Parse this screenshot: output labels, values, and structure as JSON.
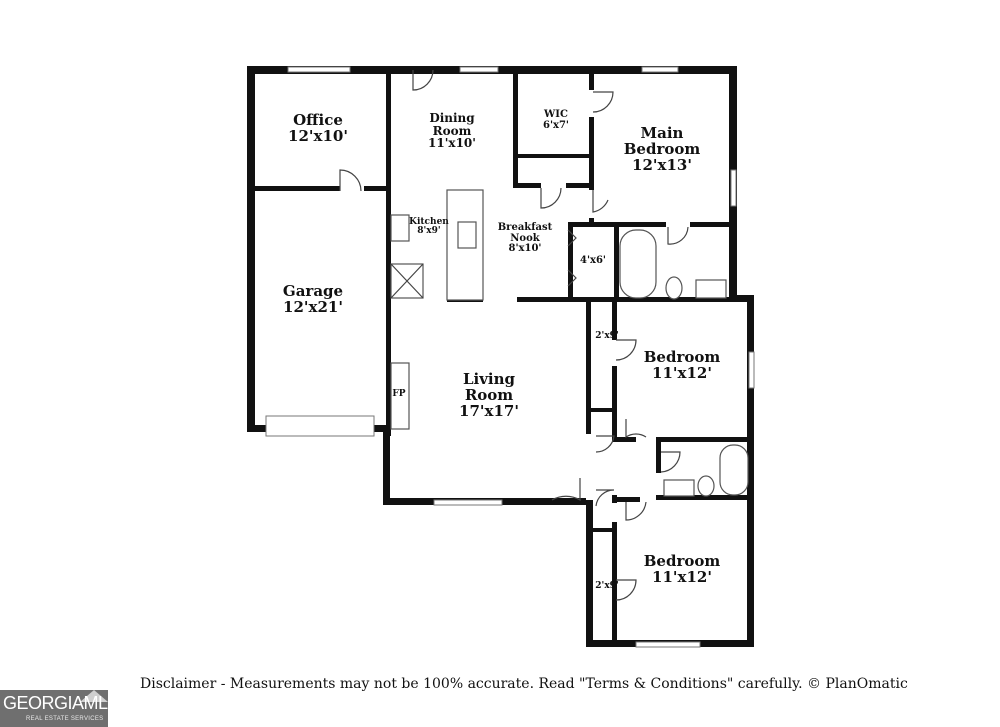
{
  "rooms": {
    "office": {
      "name": "Office",
      "size": "12'x10'"
    },
    "dining": {
      "name_line1": "Dining",
      "name_line2": "Room",
      "size": "11'x10'"
    },
    "wic": {
      "name": "WIC",
      "size": "6'x7'"
    },
    "main_bedroom": {
      "name_line1": "Main",
      "name_line2": "Bedroom",
      "size": "12'x13'"
    },
    "kitchen": {
      "name": "Kitchen",
      "size": "8'x9'"
    },
    "breakfast_nook": {
      "name_line1": "Breakfast",
      "name_line2": "Nook",
      "size": "8'x10'"
    },
    "closet_main": {
      "size": "4'x6'"
    },
    "garage": {
      "name": "Garage",
      "size": "12'x21'"
    },
    "living": {
      "name_line1": "Living",
      "name_line2": "Room",
      "size": "17'x17'"
    },
    "fireplace": {
      "label": "FP"
    },
    "bedroom_1": {
      "name": "Bedroom",
      "size": "11'x12'",
      "closet": "2'x9'"
    },
    "bedroom_2": {
      "name": "Bedroom",
      "size": "11'x12'",
      "closet": "2'x9'"
    }
  },
  "disclaimer": "Disclaimer - Measurements may not be 100% accurate. Read \"Terms & Conditions\" carefully. © PlanOmatic",
  "logo": {
    "text": "GEORGIAMLS",
    "subtext": "REAL ESTATE SERVICES"
  }
}
